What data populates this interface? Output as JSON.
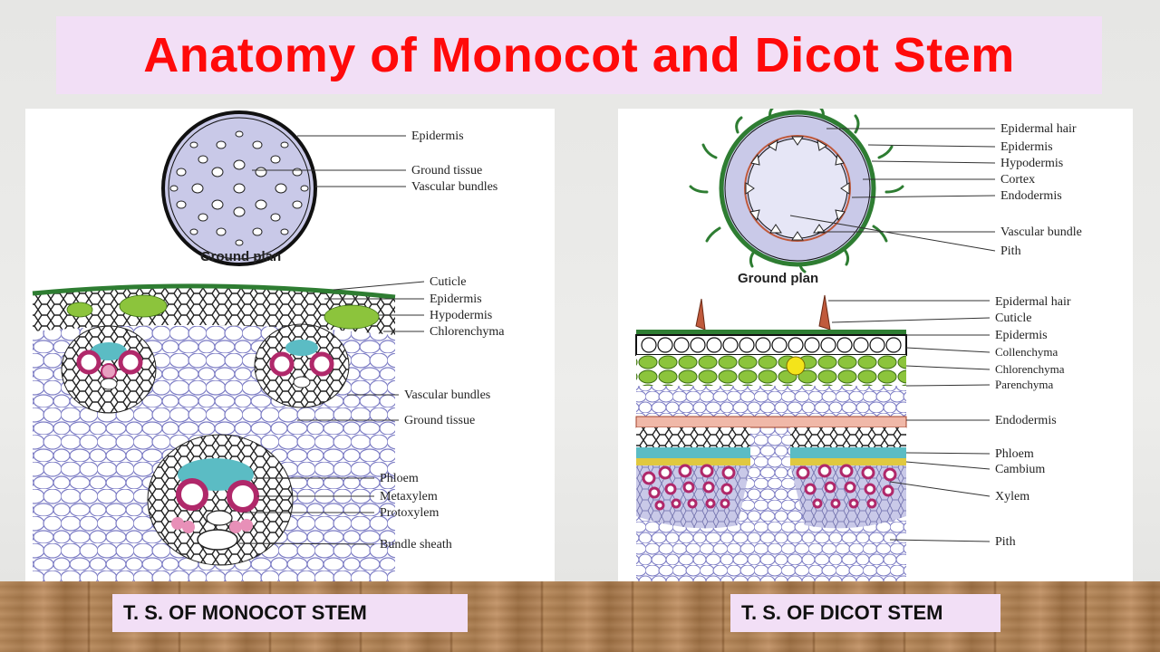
{
  "title": "Anatomy of Monocot and Dicot Stem",
  "monocot": {
    "ground_plan_title": "Ground plan",
    "ground_plan_labels": [
      "Epidermis",
      "Ground tissue",
      "Vascular bundles"
    ],
    "detail_labels": [
      "Cuticle",
      "Epidermis",
      "Hypodermis",
      "Chlorenchyma",
      "Vascular bundles",
      "Ground tissue",
      "Phloem",
      "Metaxylem",
      "Protoxylem",
      "Bundle sheath"
    ],
    "caption": "T. S. OF MONOCOT STEM"
  },
  "dicot": {
    "ground_plan_title": "Ground plan",
    "ground_plan_labels": [
      "Epidermal hair",
      "Epidermis",
      "Hypodermis",
      "Cortex",
      "Endodermis",
      "Vascular bundle",
      "Pith"
    ],
    "detail_labels": [
      "Epidermal hair",
      "Cuticle",
      "Epidermis",
      "Collenchyma",
      "Chlorenchyma",
      "Parenchyma",
      "Endodermis",
      "Phloem",
      "Cambium",
      "Xylem",
      "Pith"
    ],
    "caption": "T. S. OF DICOT STEM"
  },
  "colors": {
    "title": "#ff0a0a",
    "title_bg": "#f2dff6",
    "phloem": "#5bbcc4",
    "xylem_ring": "#b0286a",
    "chlorenchyma": "#8cc43c",
    "epidermis_green": "#2e7d32",
    "ground_plan_fill": "#c9c9e8"
  }
}
